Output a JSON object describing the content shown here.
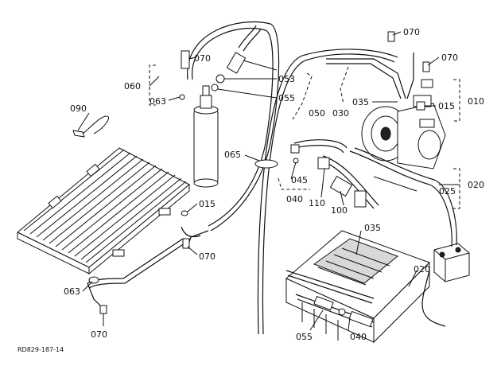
{
  "callouts": [
    {
      "id": "c070a",
      "text": "070"
    },
    {
      "id": "c070b",
      "text": "070"
    },
    {
      "id": "c070c",
      "text": "070"
    },
    {
      "id": "c070d",
      "text": "070"
    },
    {
      "id": "c070e",
      "text": "070"
    },
    {
      "id": "c060",
      "text": "060"
    },
    {
      "id": "c063a",
      "text": "063"
    },
    {
      "id": "c063b",
      "text": "063"
    },
    {
      "id": "c090",
      "text": "090"
    },
    {
      "id": "c053",
      "text": "053"
    },
    {
      "id": "c055a",
      "text": "055"
    },
    {
      "id": "c055b",
      "text": "055"
    },
    {
      "id": "c050",
      "text": "050"
    },
    {
      "id": "c030",
      "text": "030"
    },
    {
      "id": "c035a",
      "text": "035"
    },
    {
      "id": "c035b",
      "text": "035"
    },
    {
      "id": "c015a",
      "text": "015"
    },
    {
      "id": "c015b",
      "text": "015"
    },
    {
      "id": "c010",
      "text": "010"
    },
    {
      "id": "c065",
      "text": "065"
    },
    {
      "id": "c045",
      "text": "045"
    },
    {
      "id": "c040a",
      "text": "040"
    },
    {
      "id": "c040b",
      "text": "040"
    },
    {
      "id": "c110",
      "text": "110"
    },
    {
      "id": "c100",
      "text": "100"
    },
    {
      "id": "c025",
      "text": "025"
    },
    {
      "id": "c020a",
      "text": "020"
    },
    {
      "id": "c020b",
      "text": "020"
    }
  ],
  "figure_ref": "RD829-187-14"
}
